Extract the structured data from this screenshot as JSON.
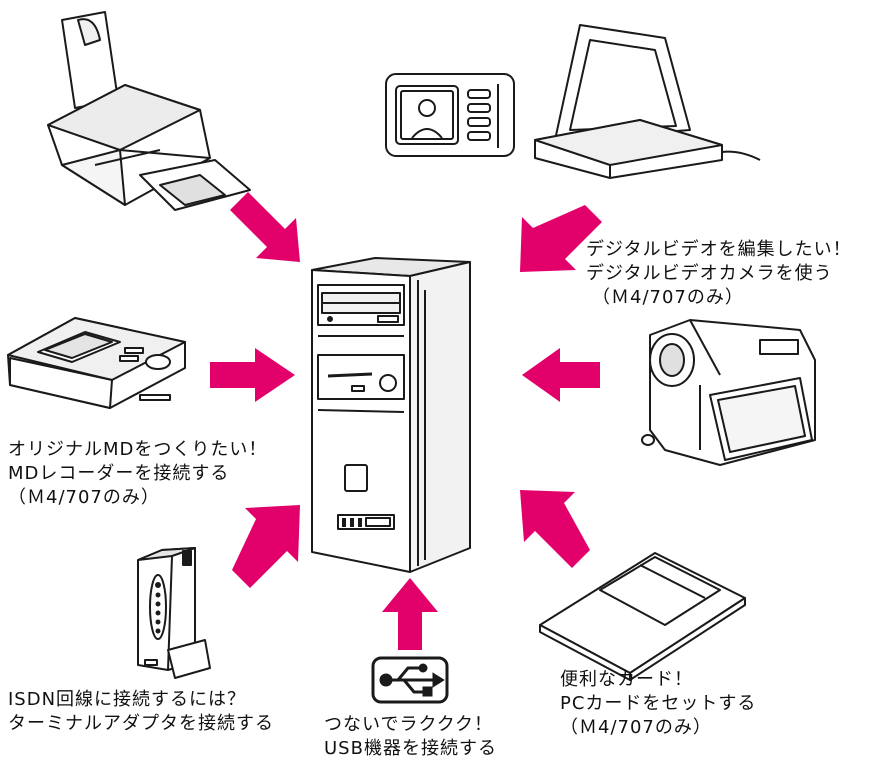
{
  "colors": {
    "arrow": "#e2006b",
    "outline": "#1a1a1a",
    "fill": "#ffffff",
    "shade": "#d9d9d9"
  },
  "labels": {
    "video": [
      "デジタルビデオを編集したい！",
      "デジタルビデオカメラを使う",
      "（Ｍ4/707のみ）"
    ],
    "md": [
      "オリジナルMDをつくりたい！",
      "MDレコーダーを接続する",
      "（Ｍ4/707のみ）"
    ],
    "isdn": [
      "ISDN回線に接続するには？",
      "ターミナルアダプタを接続する"
    ],
    "usb": [
      "つないでラククク！",
      "USB機器を接続する"
    ],
    "pccard": [
      "便利なカード！",
      "PCカードをセットする",
      "（Ｍ4/707のみ）"
    ]
  },
  "devices": {
    "printer": "printer-icon",
    "monitor": "monitor-icon",
    "scanner": "scanner-icon",
    "pc": "pc-tower-icon",
    "md_recorder": "md-recorder-icon",
    "camcorder": "camcorder-icon",
    "terminal_adapter": "terminal-adapter-icon",
    "usb": "usb-icon",
    "pc_card": "pc-card-icon"
  }
}
